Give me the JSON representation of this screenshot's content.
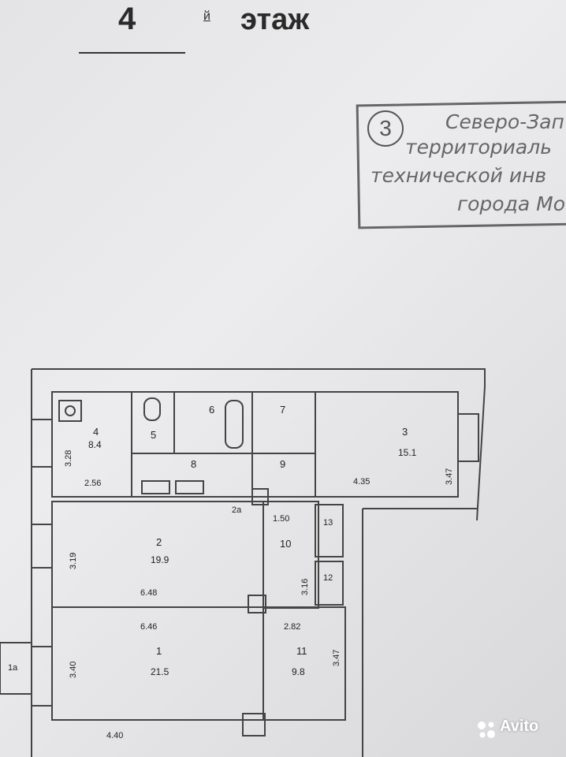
{
  "header": {
    "floor_number": "4",
    "floor_suffix": "й",
    "floor_word": "этаж"
  },
  "stamp": {
    "number": "3",
    "lines": [
      "Северо-Зап",
      "территориаль",
      "технической инв",
      "города Мо"
    ]
  },
  "rooms": [
    {
      "id": "1",
      "area": "21.5",
      "width": "6.46",
      "height": "3.40"
    },
    {
      "id": "1а",
      "area": "",
      "width": "",
      "height": ""
    },
    {
      "id": "2",
      "area": "19.9",
      "width": "6.48",
      "height": "3.19"
    },
    {
      "id": "2а",
      "area": "",
      "width": "",
      "height": ""
    },
    {
      "id": "3",
      "area": "15.1",
      "width": "4.35",
      "height": "3.47"
    },
    {
      "id": "4",
      "area": "8.4",
      "width": "2.56",
      "height": "3.28"
    },
    {
      "id": "5",
      "area": "",
      "width": "",
      "height": ""
    },
    {
      "id": "6",
      "area": "",
      "width": "",
      "height": ""
    },
    {
      "id": "7",
      "area": "",
      "width": "",
      "height": ""
    },
    {
      "id": "8",
      "area": "",
      "width": "",
      "height": ""
    },
    {
      "id": "9",
      "area": "",
      "width": "",
      "height": ""
    },
    {
      "id": "10",
      "area": "",
      "width": "1.50",
      "height": "3.16"
    },
    {
      "id": "11",
      "area": "9.8",
      "width": "2.82",
      "height": "3.47"
    },
    {
      "id": "12",
      "area": "",
      "width": "",
      "height": ""
    },
    {
      "id": "13",
      "area": "",
      "width": "",
      "height": ""
    }
  ],
  "partial_dimension": "4.40",
  "watermark": {
    "text": "Avito",
    "icon": "avito-dots-icon"
  }
}
